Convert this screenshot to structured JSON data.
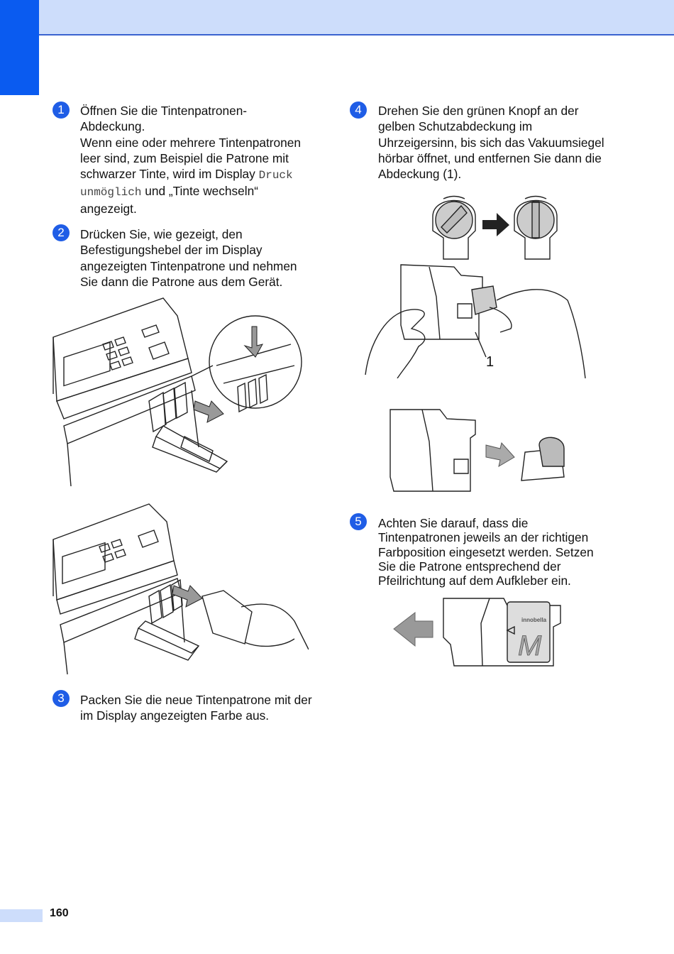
{
  "page": {
    "number": "160"
  },
  "steps": [
    {
      "num": "1",
      "lines": [
        "Öffnen Sie die Tintenpatronen-",
        "Abdeckung."
      ],
      "second": {
        "before": "Wenn eine oder mehrere Tintenpatronen leer sind, zum Beispiel die Patrone mit schwarzer Tinte, wird im Display ",
        "mono": "Druck unmöglich",
        "after": " und „Tinte wechseln“ angezeigt."
      }
    },
    {
      "num": "2",
      "text": "Drücken Sie, wie gezeigt, den Befestigungshebel der im Display angezeigten Tintenpatrone und nehmen Sie dann die Patrone aus dem Gerät."
    },
    {
      "num": "3",
      "text": "Packen Sie die neue Tintenpatrone mit der im Display angezeigten Farbe aus."
    },
    {
      "num": "4",
      "text": "Drehen Sie den grünen Knopf an der gelben Schutzabdeckung im Uhrzeigersinn, bis sich das Vakuumsiegel hörbar öffnet, und entfernen Sie dann die Abdeckung (1)."
    },
    {
      "num": "5",
      "text": "Achten Sie darauf, dass die Tintenpatronen jeweils an der richtigen Farbposition eingesetzt werden. Setzen Sie die Patrone entsprechend der Pfeilrichtung auf dem Aufkleber ein."
    }
  ],
  "figures": {
    "callout_label": "1",
    "cartridge_brand": "innobella",
    "cartridge_letter": "M"
  }
}
